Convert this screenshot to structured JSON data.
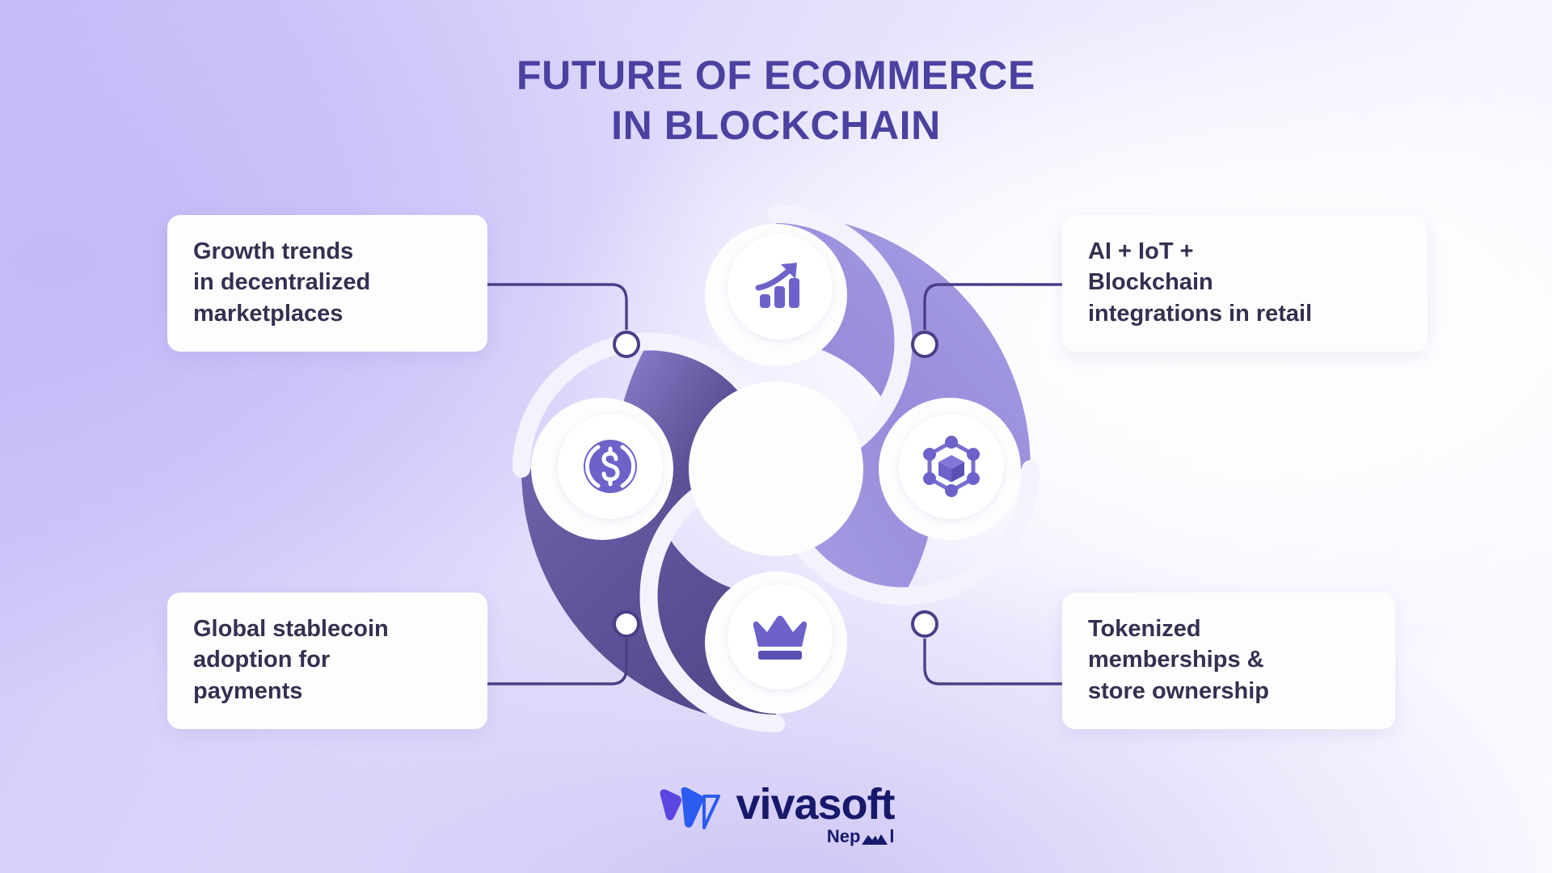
{
  "title": {
    "line1": "Future of Ecommerce",
    "line2": "in Blockchain",
    "color": "#4b41a0"
  },
  "cards": [
    {
      "id": "top-left",
      "text": "Growth trends in decentralized marketplaces",
      "line1": "Growth trends",
      "line2": "in decentralized",
      "line3": "marketplaces"
    },
    {
      "id": "top-right",
      "text": "AI + IoT + Blockchain integrations in retail",
      "line1": "AI + IoT +",
      "line2": "Blockchain",
      "line3": "integrations in retail"
    },
    {
      "id": "bottom-left",
      "text": "Global stablecoin adoption for payments",
      "line1": "Global stablecoin",
      "line2": "adoption for",
      "line3": "payments"
    },
    {
      "id": "bottom-right",
      "text": "Tokenized memberships & store ownership",
      "line1": "Tokenized",
      "line2": "memberships &",
      "line3": "store ownership"
    }
  ],
  "icons": [
    {
      "name": "growth-chart-icon",
      "position": "top",
      "meaning": "Growth trends in decentralized marketplaces"
    },
    {
      "name": "blockchain-cube-icon",
      "position": "right",
      "meaning": "AI + IoT + Blockchain integrations in retail"
    },
    {
      "name": "crown-icon",
      "position": "bottom",
      "meaning": "Tokenized memberships & store ownership"
    },
    {
      "name": "stablecoin-dollar-icon",
      "position": "left",
      "meaning": "Global stablecoin adoption for payments"
    }
  ],
  "logo": {
    "word": "vivasoft",
    "sub_prefix": "Nep",
    "sub_suffix": "l",
    "mark_name": "vivasoft-w-mark",
    "color": "#17196b"
  },
  "palette": {
    "accent_dark": "#564b93",
    "accent_light": "#9b91dd",
    "icon_purple": "#6d62ca",
    "text_dark": "#343050",
    "title_purple": "#4b41a0",
    "card_bg": "#fdfdfe",
    "bg_from": "#c6bdf8",
    "bg_to": "#fbfaff"
  }
}
